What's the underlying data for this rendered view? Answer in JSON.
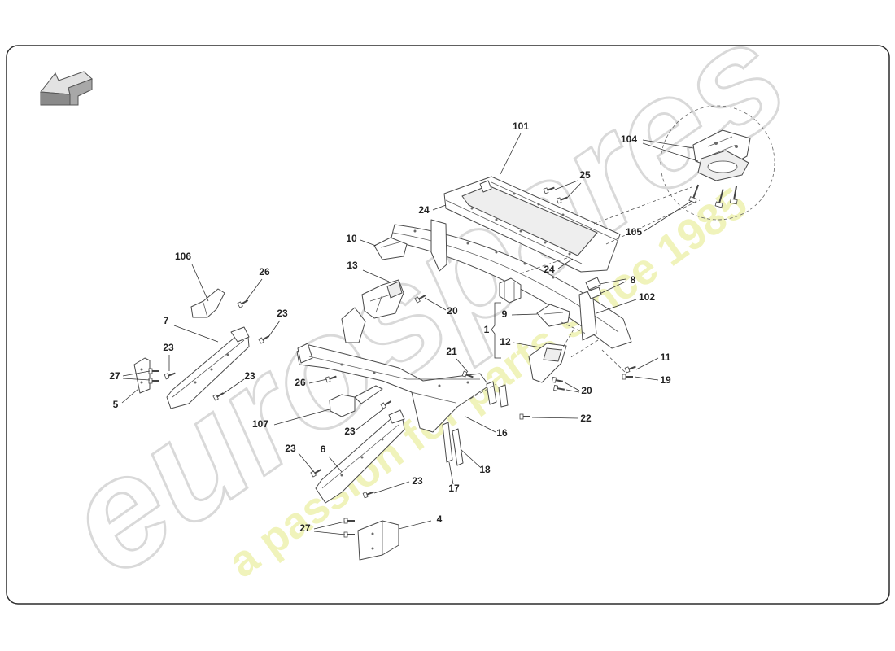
{
  "navigation": {
    "back_icon": "arrow-back-icon"
  },
  "watermark": {
    "brand": "eurospares",
    "tagline": "a passion for parts since 1985"
  },
  "colors": {
    "frame": "#2b2b2b",
    "line_art": "#4a4a4a",
    "watermark_outline": "#d9d9d9",
    "tagline": "#eef2b0"
  },
  "diagram": {
    "callouts": [
      "101",
      "104",
      "25",
      "24",
      "105",
      "10",
      "106",
      "26",
      "13",
      "24",
      "8",
      "102",
      "20",
      "23",
      "7",
      "9",
      "1",
      "12",
      "23",
      "11",
      "21",
      "27",
      "23",
      "26",
      "19",
      "20",
      "5",
      "22",
      "107",
      "23",
      "16",
      "23",
      "6",
      "18",
      "23",
      "17",
      "4",
      "27"
    ]
  }
}
